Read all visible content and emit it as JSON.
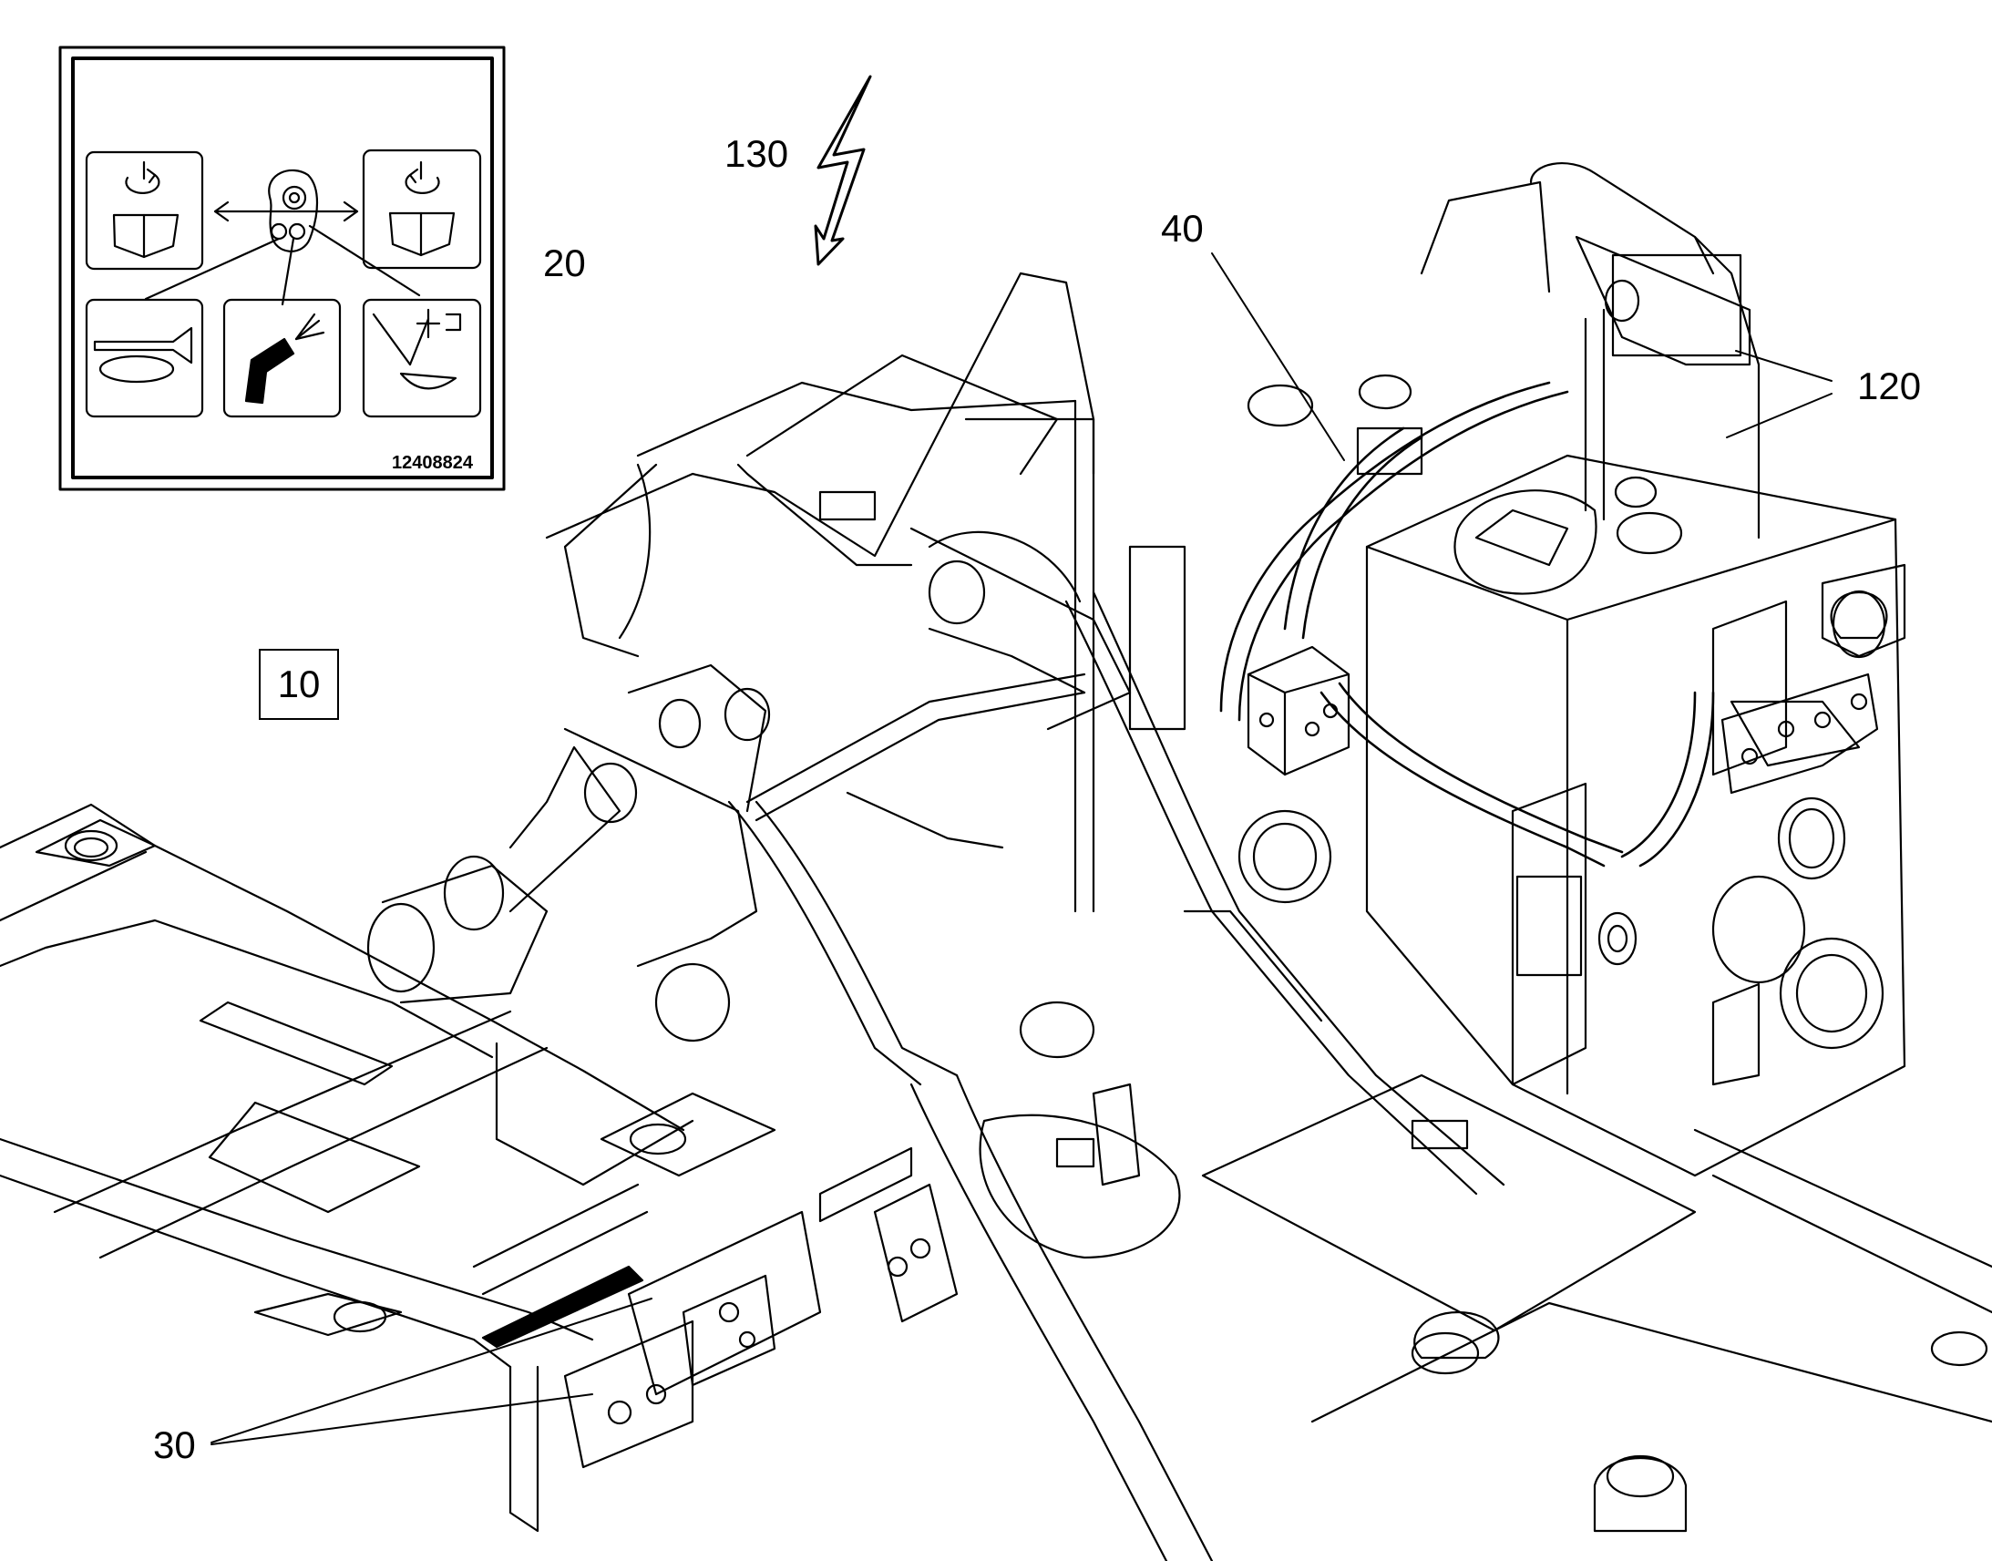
{
  "callouts": {
    "c10": "10",
    "c20": "20",
    "c30": "30",
    "c40": "40",
    "c120": "120",
    "c130": "130"
  },
  "decal": {
    "part_number": "12408824",
    "icons": [
      "rotate-left-bucket-icon",
      "rotate-right-bucket-icon",
      "horn-icon",
      "spray-nozzle-icon",
      "boom-tilt-icon",
      "joystick-icon"
    ]
  },
  "colors": {
    "line": "#000000",
    "background": "#ffffff"
  }
}
